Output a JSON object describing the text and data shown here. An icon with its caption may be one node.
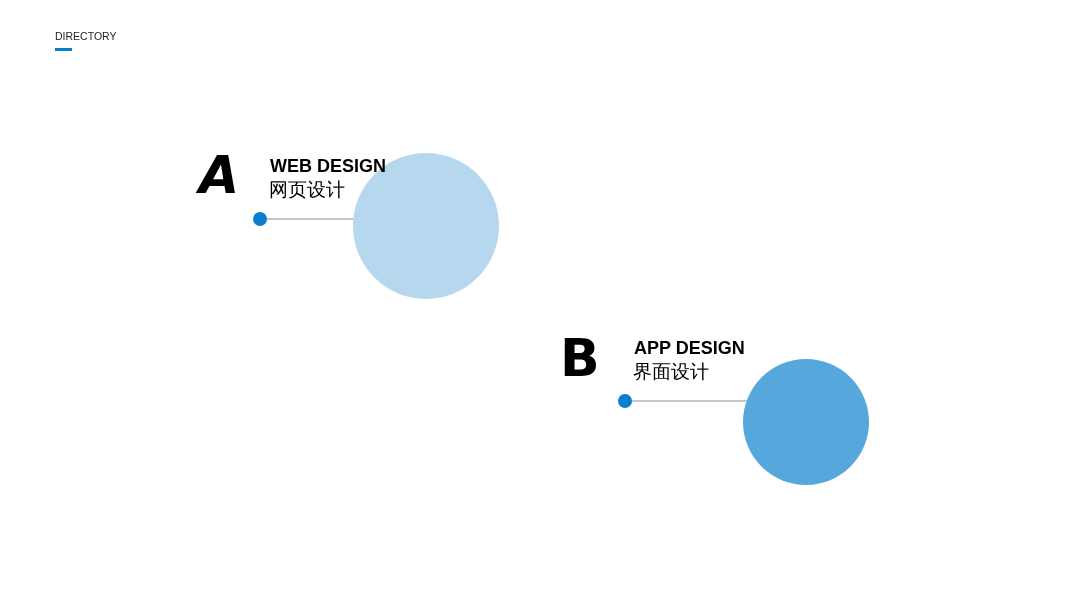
{
  "diagram": {
    "title": "DIRECTORY",
    "nodes": [
      {
        "text": [],
        "shape": "circle"
      },
      {
        "text": [],
        "shape": "circle"
      },
      {
        "text": [],
        "shape": "circle"
      },
      {
        "text": [],
        "shape": "circle"
      }
    ],
    "edges": [
      {
        "from": 0,
        "to": 1,
        "arrow": "none"
      },
      {
        "from": 2,
        "to": 3,
        "arrow": "none"
      }
    ],
    "labels": [
      "A",
      "WEB DESIGN",
      "网页设计",
      "B",
      "APP DESIGN",
      "界面设计"
    ]
  }
}
